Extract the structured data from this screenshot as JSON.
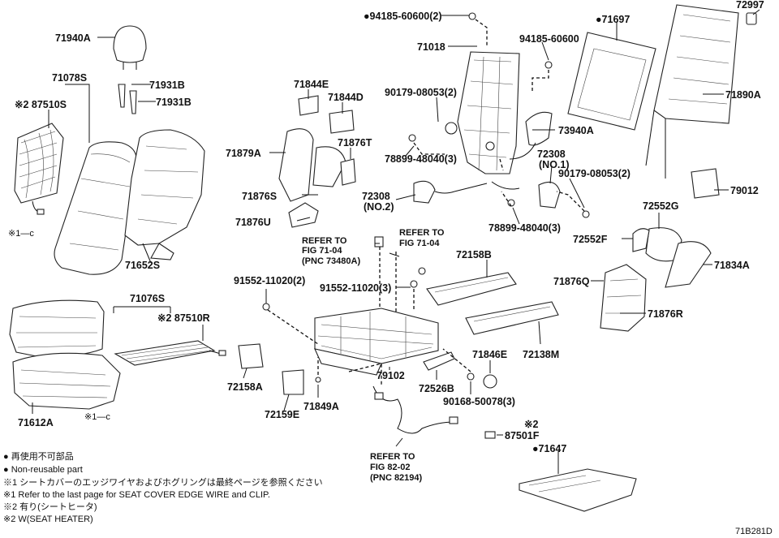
{
  "labels": {
    "p94185_60600_2": "●94185-60600(2)",
    "p71697": "●71697",
    "p72997": "72997",
    "p71940A": "71940A",
    "p94185_60600": "94185-60600",
    "p71018": "71018",
    "p71078S": "71078S",
    "p71931B_a": "71931B",
    "p71931B_b": "71931B",
    "p87510S": "※2 87510S",
    "p71844E": "71844E",
    "p71844D": "71844D",
    "p90179_08053_2a": "90179-08053(2)",
    "p71890A": "71890A",
    "p73940A": "73940A",
    "p71879A": "71879A",
    "p71876T": "71876T",
    "p78899_48040_3a": "78899-48040(3)",
    "p72308_no1": "72308",
    "p72308_no1_sub": "(NO.1)",
    "p90179_08053_2b": "90179-08053(2)",
    "p79012": "79012",
    "p71876S": "71876S",
    "p72308_no2": "72308",
    "p72308_no2_sub": "(NO.2)",
    "p72552G": "72552G",
    "p71876U": "71876U",
    "p78899_48040_3b": "78899-48040(3)",
    "p72552F": "72552F",
    "p71652S": "71652S",
    "ref_7104_a_1": "REFER TO",
    "ref_7104_a_2": "FIG 71-04",
    "ref_7104_a_3": "(PNC 73480A)",
    "ref_7104_b_1": "REFER TO",
    "ref_7104_b_2": "FIG 71-04",
    "p72158B": "72158B",
    "p71834A": "71834A",
    "p91552_11020_2": "91552-11020(2)",
    "p91552_11020_3": "91552-11020(3)",
    "p71876Q": "71876Q",
    "p71076S": "71076S",
    "p87510R": "※2 87510R",
    "p71876R": "71876R",
    "p72138M": "72138M",
    "p71846E": "71846E",
    "p72158A": "72158A",
    "p79102": "79102",
    "p72526B": "72526B",
    "p90168_50078_3": "90168-50078(3)",
    "p71612A": "71612A",
    "p72159E": "72159E",
    "p71849A": "71849A",
    "p87501F_note": "※2",
    "p87501F": "87501F",
    "p71647": "●71647",
    "ref_8202_1": "REFER TO",
    "ref_8202_2": "FIG 82-02",
    "ref_8202_3": "(PNC 82194)",
    "clip_a": "※1—c",
    "clip_b": "※1—c"
  },
  "legend": [
    "● 再使用不可部品",
    "● Non-reusable part",
    "※1 シートカバーのエッジワイヤおよびホグリングは最終ページを参照ください",
    "※1 Refer to the last page for SEAT COVER EDGE WIRE and CLIP.",
    "※2 有り(シートヒータ)",
    "※2 W(SEAT HEATER)"
  ],
  "figure_id": "71B281D"
}
